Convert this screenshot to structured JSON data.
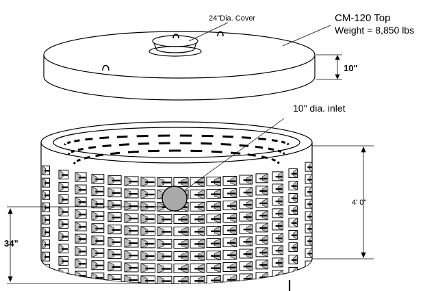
{
  "labels": {
    "cover": "24\"Dia. Cover",
    "top_title": "CM-120 Top",
    "top_weight": "Weight = 8,850 lbs",
    "lid_thickness": "10\"",
    "inlet": "10\" dia. inlet",
    "height": "4' 0\"",
    "inlet_height": "34\""
  },
  "colors": {
    "stroke": "#000000",
    "inlet_fill": "#a9a9a9",
    "hole_shadow": "#bdbdbd",
    "background": "#ffffff"
  }
}
